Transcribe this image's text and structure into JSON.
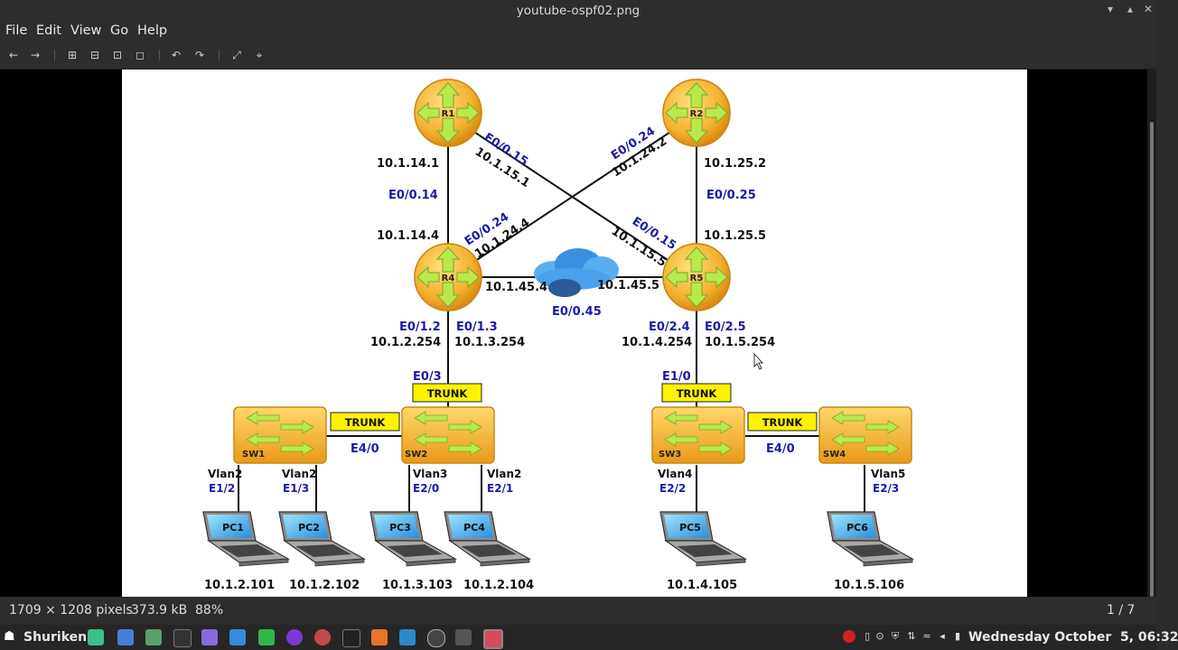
{
  "window": {
    "title": "youtube-ospf02.png"
  },
  "menu": {
    "file": "File",
    "edit": "Edit",
    "view": "View",
    "go": "Go",
    "help": "Help"
  },
  "status": {
    "dimensions": "1709 × 1208 pixels",
    "filesize": "373.9 kB",
    "zoom": "88%",
    "page": "1 / 7"
  },
  "taskbar": {
    "start_label": "Shuriken",
    "clock": "Wednesday October  5, 06:32"
  },
  "diagram": {
    "routers": {
      "r1": "R1",
      "r2": "R2",
      "r4": "R4",
      "r5": "R5"
    },
    "switches": {
      "sw1": "SW1",
      "sw2": "SW2",
      "sw3": "SW3",
      "sw4": "SW4"
    },
    "pcs": {
      "pc1": "PC1",
      "pc2": "PC2",
      "pc3": "PC3",
      "pc4": "PC4",
      "pc5": "PC5",
      "pc6": "PC6"
    },
    "trunk": "TRUNK",
    "labels": {
      "r1_r4_ip_r1": "10.1.14.1",
      "r1_r4_if": "E0/0.14",
      "r1_r4_ip_r4": "10.1.14.4",
      "r1_r5_if_r1": "E0/0.15",
      "r1_r5_ip_r1": "10.1.15.1",
      "r2_r4_if_r2": "E0/0.24",
      "r2_r4_ip_r2": "10.1.24.2",
      "r2_r5_ip_r2": "10.1.25.2",
      "r2_r5_if": "E0/0.25",
      "r2_r5_ip_r5": "10.1.25.5",
      "r2_r4_if_r4": "E0/0.24",
      "r2_r4_ip_r4": "10.1.24.4",
      "r1_r5_if_r5": "E0/0.15",
      "r1_r5_ip_r5": "10.1.15.5",
      "r4_r5_ip_r4": "10.1.45.4",
      "r4_r5_ip_r5": "10.1.45.5",
      "r4_r5_if": "E0/0.45",
      "r4_if_a": "E0/1.2",
      "r4_if_b": "E0/1.3",
      "r4_ip_a": "10.1.2.254",
      "r4_ip_b": "10.1.3.254",
      "r5_if_a": "E0/2.4",
      "r5_if_b": "E0/2.5",
      "r5_ip_a": "10.1.4.254",
      "r5_ip_b": "10.1.5.254",
      "sw2_uplink": "E0/3",
      "sw3_uplink": "E1/0",
      "sw1_sw2_if": "E4/0",
      "sw3_sw4_if": "E4/0",
      "pc1_vlan": "Vlan2",
      "pc1_if": "E1/2",
      "pc2_vlan": "Vlan2",
      "pc2_if": "E1/3",
      "pc3_vlan": "Vlan3",
      "pc3_if": "E2/0",
      "pc4_vlan": "Vlan2",
      "pc4_if": "E2/1",
      "pc5_vlan": "Vlan4",
      "pc5_if": "E2/2",
      "pc6_vlan": "Vlan5",
      "pc6_if": "E2/3",
      "pc1_ip": "10.1.2.101",
      "pc2_ip": "10.1.2.102",
      "pc3_ip": "10.1.3.103",
      "pc4_ip": "10.1.2.104",
      "pc5_ip": "10.1.4.105",
      "pc6_ip": "10.1.5.106"
    }
  },
  "colors": {
    "interface": "#1a1aa8",
    "ip": "#111111",
    "router": "#f2b233",
    "switch": "#f0b23a",
    "arrow": "#b4e84a",
    "trunk": "#fff200"
  }
}
